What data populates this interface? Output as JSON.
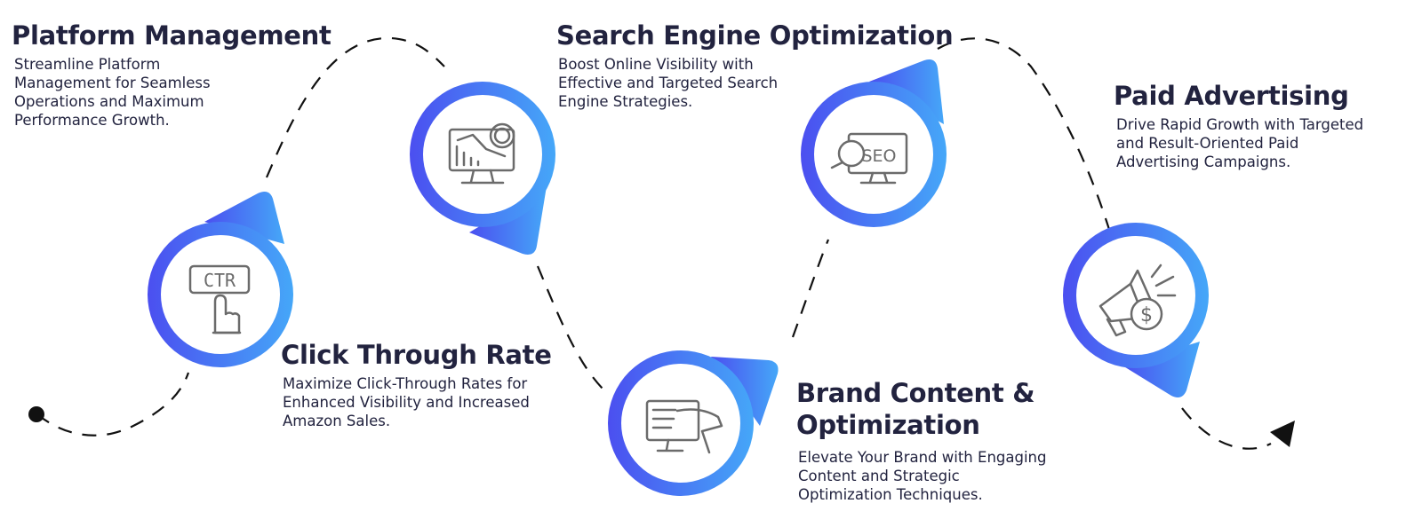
{
  "colors": {
    "text": "#22233f",
    "gradient_start": "#4b4ff0",
    "gradient_end": "#45a7f8",
    "icon_stroke": "#6b6b6b",
    "path": "#111111"
  },
  "steps": [
    {
      "title_lines": [
        "Platform Management"
      ],
      "desc_lines": [
        "Streamline Platform",
        "Management for Seamless",
        "Operations and Maximum",
        "Performance Growth."
      ],
      "icon": "ctr-click-icon",
      "icon_text": "CTR"
    },
    {
      "title_lines": [
        "Click Through Rate"
      ],
      "desc_lines": [
        "Maximize Click-Through Rates for",
        "Enhanced Visibility and Increased",
        "Amazon Sales."
      ],
      "icon": "analytics-monitor-icon"
    },
    {
      "title_lines": [
        "Search Engine Optimization"
      ],
      "desc_lines": [
        "Boost Online Visibility with",
        "Effective and Targeted Search",
        "Engine Strategies."
      ],
      "icon": "content-design-monitor-icon"
    },
    {
      "title_lines": [
        "Brand Content &",
        "Optimization"
      ],
      "desc_lines": [
        "Elevate Your Brand with Engaging",
        "Content and Strategic",
        "Optimization Techniques."
      ],
      "icon": "seo-monitor-icon",
      "icon_text": "SEO"
    },
    {
      "title_lines": [
        "Paid Advertising"
      ],
      "desc_lines": [
        "Drive Rapid Growth with Targeted",
        "and Result-Oriented Paid",
        "Advertising Campaigns."
      ],
      "icon": "megaphone-dollar-icon",
      "icon_text": "$"
    }
  ]
}
